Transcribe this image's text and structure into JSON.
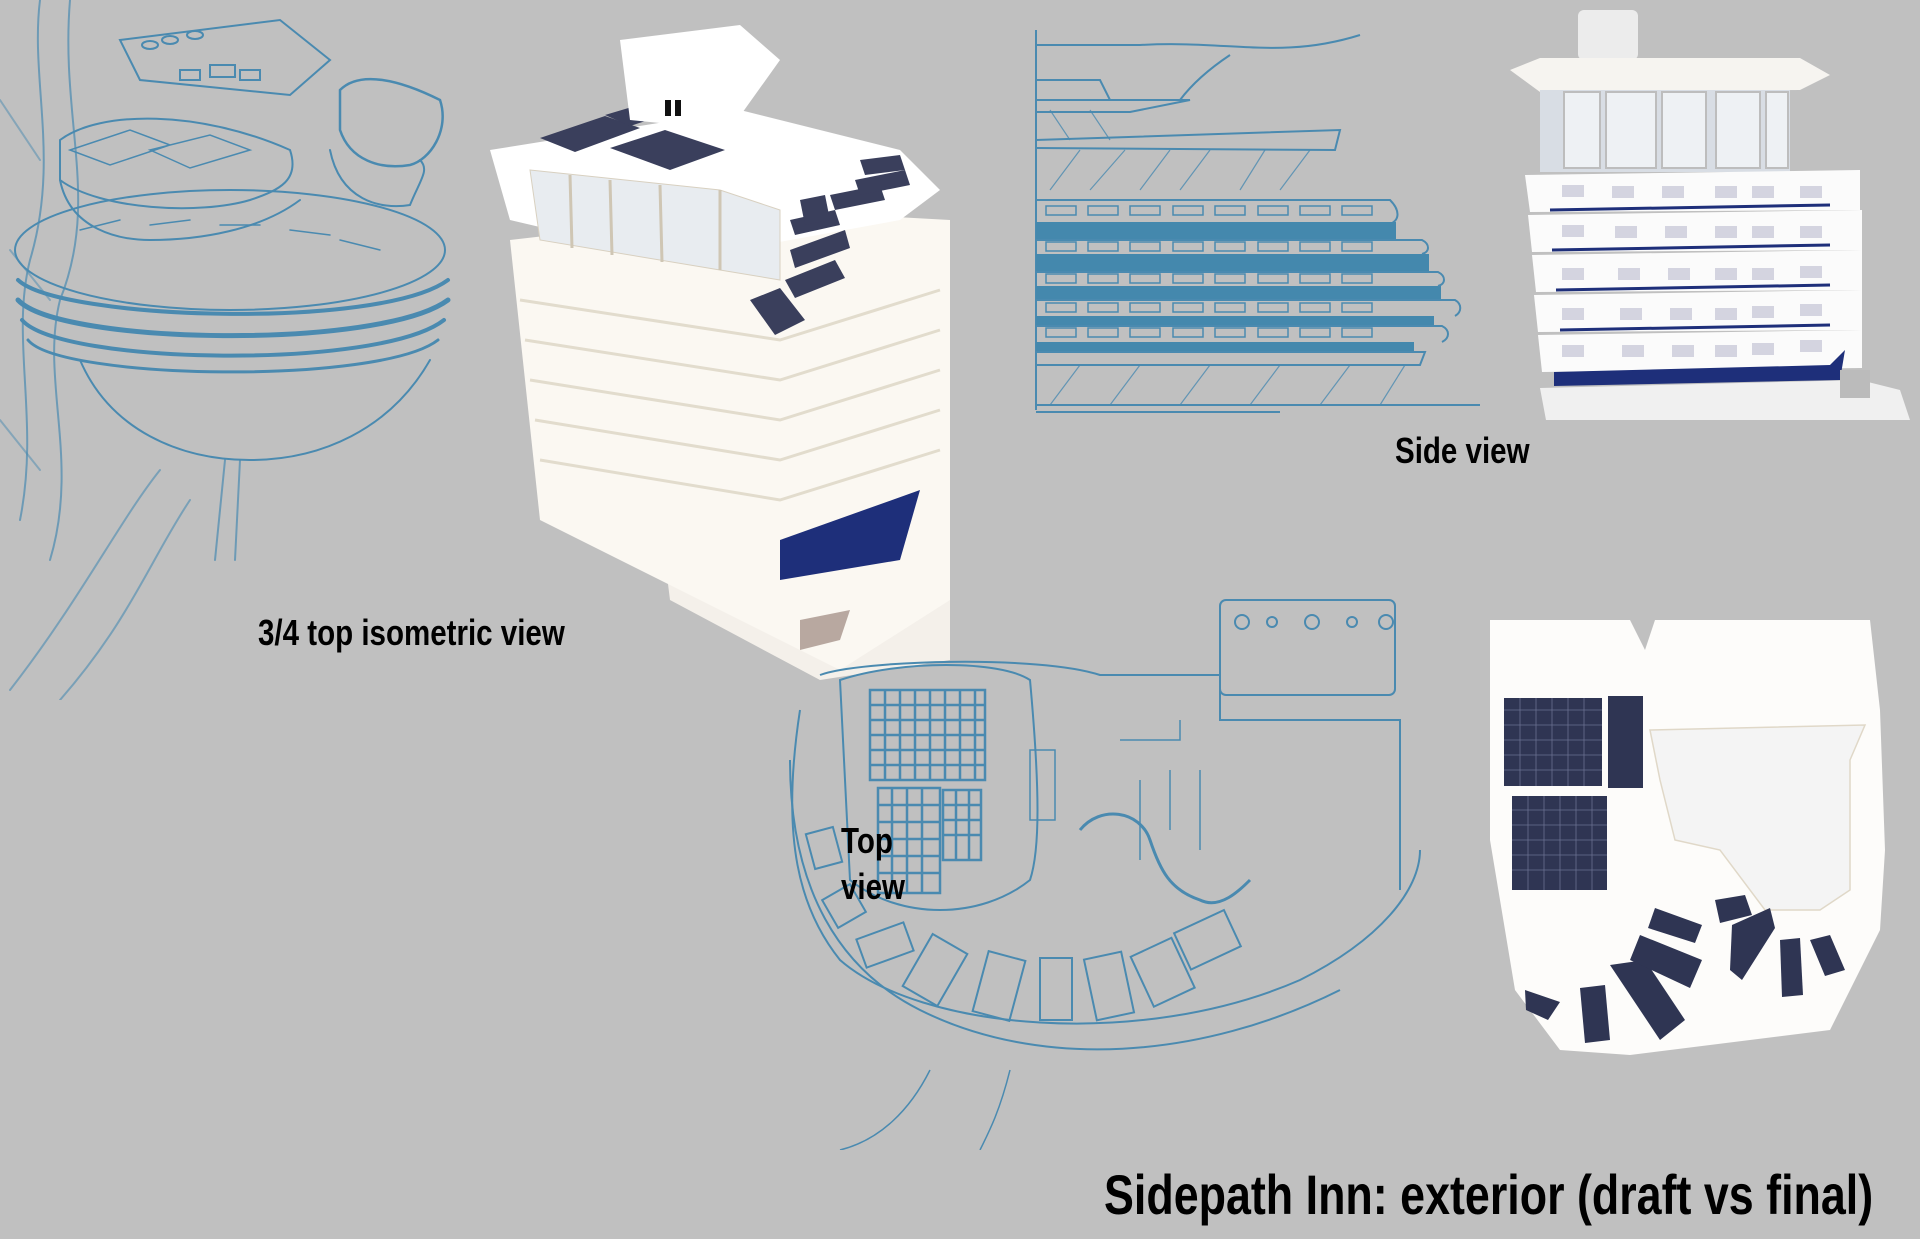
{
  "sheet": {
    "title": "Sidepath Inn: exterior (draft vs final)",
    "background_color": "#c0c0c0",
    "sketch_color": "#4a8ab0",
    "sketch_fill_color": "#4488ad",
    "render_wall_color": "#ffffff",
    "render_trim_color": "#1e2f7a",
    "solar_panel_color": "#3a3f5c"
  },
  "views": [
    {
      "id": "isometric",
      "label": "3/4 top isometric view",
      "draft": "blue pencil sketch",
      "final": "3D render"
    },
    {
      "id": "side",
      "label": "Side view",
      "draft": "blue pencil sketch",
      "final": "3D render"
    },
    {
      "id": "top",
      "label_line1": "Top",
      "label_line2": "view",
      "draft": "blue pencil sketch",
      "final": "3D render"
    }
  ]
}
